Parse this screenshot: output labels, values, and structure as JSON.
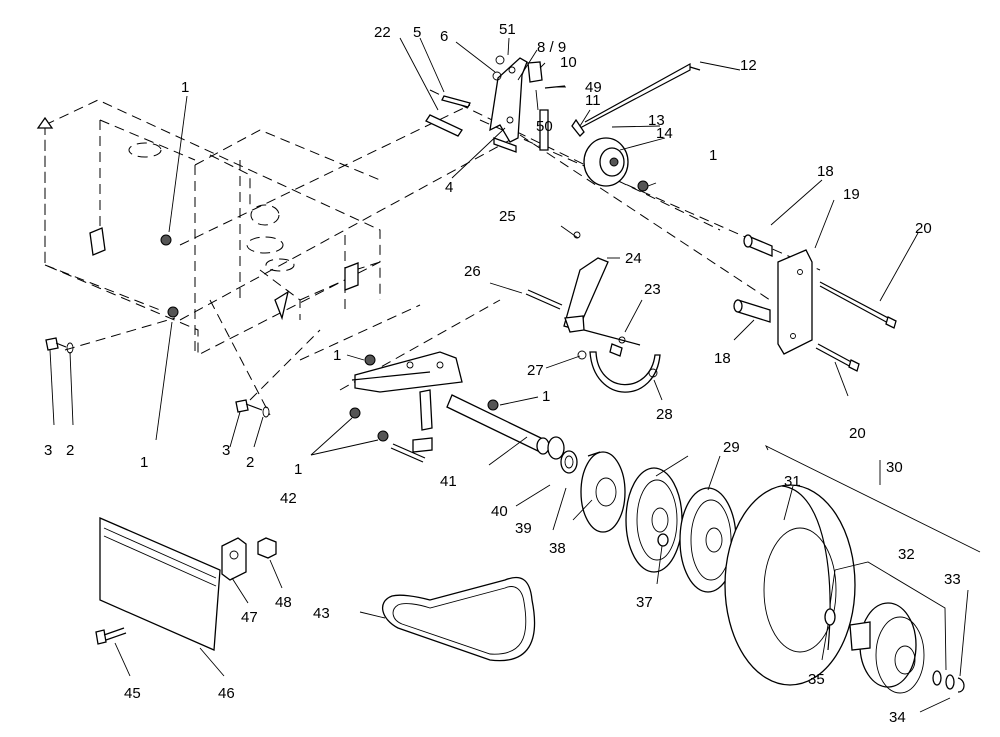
{
  "callouts": [
    {
      "id": "c1a",
      "text": "1"
    },
    {
      "id": "c1b",
      "text": "1"
    },
    {
      "id": "c1c",
      "text": "1"
    },
    {
      "id": "c1d",
      "text": "1"
    },
    {
      "id": "c1e",
      "text": "1"
    },
    {
      "id": "c1f",
      "text": "1"
    },
    {
      "id": "c2a",
      "text": "2"
    },
    {
      "id": "c2b",
      "text": "2"
    },
    {
      "id": "c3a",
      "text": "3"
    },
    {
      "id": "c3b",
      "text": "3"
    },
    {
      "id": "c4",
      "text": "4"
    },
    {
      "id": "c5",
      "text": "5"
    },
    {
      "id": "c6",
      "text": "6"
    },
    {
      "id": "c89",
      "text": "8 / 9"
    },
    {
      "id": "c10",
      "text": "10"
    },
    {
      "id": "c11",
      "text": "11"
    },
    {
      "id": "c12",
      "text": "12"
    },
    {
      "id": "c13",
      "text": "13"
    },
    {
      "id": "c14",
      "text": "14"
    },
    {
      "id": "c18a",
      "text": "18"
    },
    {
      "id": "c18b",
      "text": "18"
    },
    {
      "id": "c19",
      "text": "19"
    },
    {
      "id": "c20a",
      "text": "20"
    },
    {
      "id": "c20b",
      "text": "20"
    },
    {
      "id": "c22",
      "text": "22"
    },
    {
      "id": "c23",
      "text": "23"
    },
    {
      "id": "c24",
      "text": "24"
    },
    {
      "id": "c25",
      "text": "25"
    },
    {
      "id": "c26",
      "text": "26"
    },
    {
      "id": "c27",
      "text": "27"
    },
    {
      "id": "c28",
      "text": "28"
    },
    {
      "id": "c29",
      "text": "29"
    },
    {
      "id": "c30",
      "text": "30"
    },
    {
      "id": "c31",
      "text": "31"
    },
    {
      "id": "c32",
      "text": "32"
    },
    {
      "id": "c33",
      "text": "33"
    },
    {
      "id": "c34",
      "text": "34"
    },
    {
      "id": "c35",
      "text": "35"
    },
    {
      "id": "c37",
      "text": "37"
    },
    {
      "id": "c38",
      "text": "38"
    },
    {
      "id": "c39",
      "text": "39"
    },
    {
      "id": "c40",
      "text": "40"
    },
    {
      "id": "c41",
      "text": "41"
    },
    {
      "id": "c42",
      "text": "42"
    },
    {
      "id": "c43",
      "text": "43"
    },
    {
      "id": "c45",
      "text": "45"
    },
    {
      "id": "c46",
      "text": "46"
    },
    {
      "id": "c47",
      "text": "47"
    },
    {
      "id": "c48",
      "text": "48"
    },
    {
      "id": "c49",
      "text": "49"
    },
    {
      "id": "c50",
      "text": "50"
    },
    {
      "id": "c51",
      "text": "51"
    }
  ]
}
